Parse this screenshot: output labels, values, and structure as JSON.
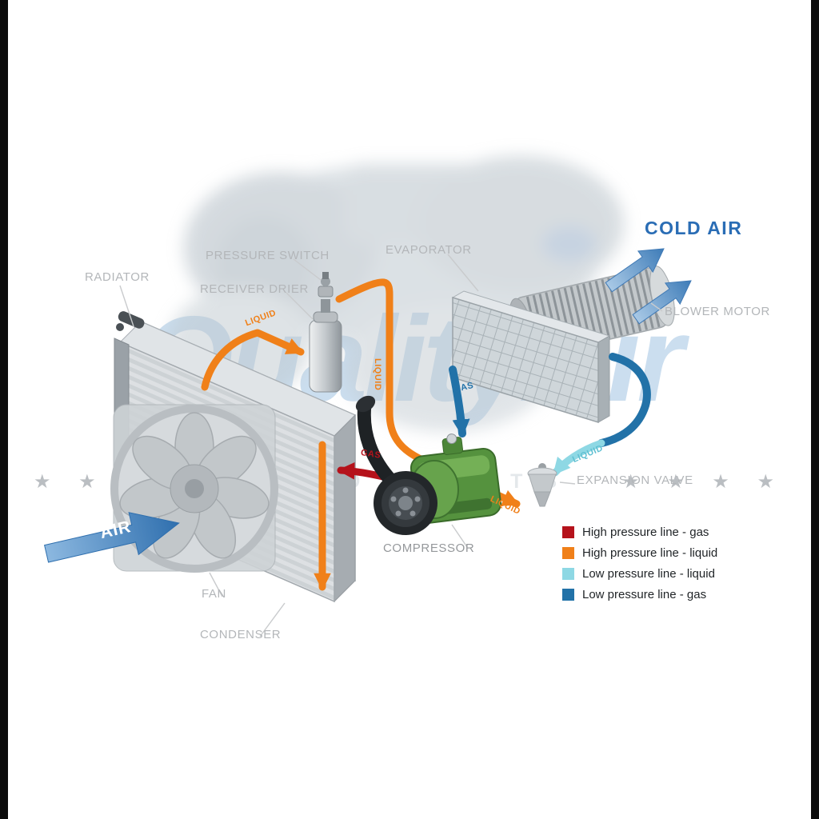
{
  "watermark": {
    "text": "QualityAir",
    "ghost_text": "AUTO PARTS",
    "stars_left": "★ ★ ★ ★",
    "stars_right": "★ ★ ★ ★"
  },
  "labels": {
    "radiator": "RADIATOR",
    "pressure_switch": "PRESSURE SWITCH",
    "receiver_drier": "RECEIVER DRIER",
    "evaporator": "EVAPORATOR",
    "blower_motor": "BLOWER MOTOR",
    "cold_air": "COLD AIR",
    "expansion_valve": "EXPANSION VALVE",
    "compressor": "COMPRESSOR",
    "fan": "FAN",
    "condenser": "CONDENSER",
    "air": "AIR"
  },
  "flow_labels": {
    "liquid": "LIQUID",
    "gas": "GAS"
  },
  "legend": {
    "items": [
      {
        "color": "#b5121b",
        "label": "High pressure line - gas"
      },
      {
        "color": "#f08019",
        "label": "High pressure line - liquid"
      },
      {
        "color": "#8ed8e4",
        "label": "Low pressure line - liquid"
      },
      {
        "color": "#2272a8",
        "label": "Low pressure line -  gas"
      }
    ]
  },
  "colors": {
    "cold_air_text": "#2a6db5",
    "high_pressure_gas": "#b5121b",
    "high_pressure_liquid": "#f08019",
    "low_pressure_liquid": "#8ed8e4",
    "low_pressure_gas": "#2272a8",
    "watermark": "#7dacd8"
  }
}
